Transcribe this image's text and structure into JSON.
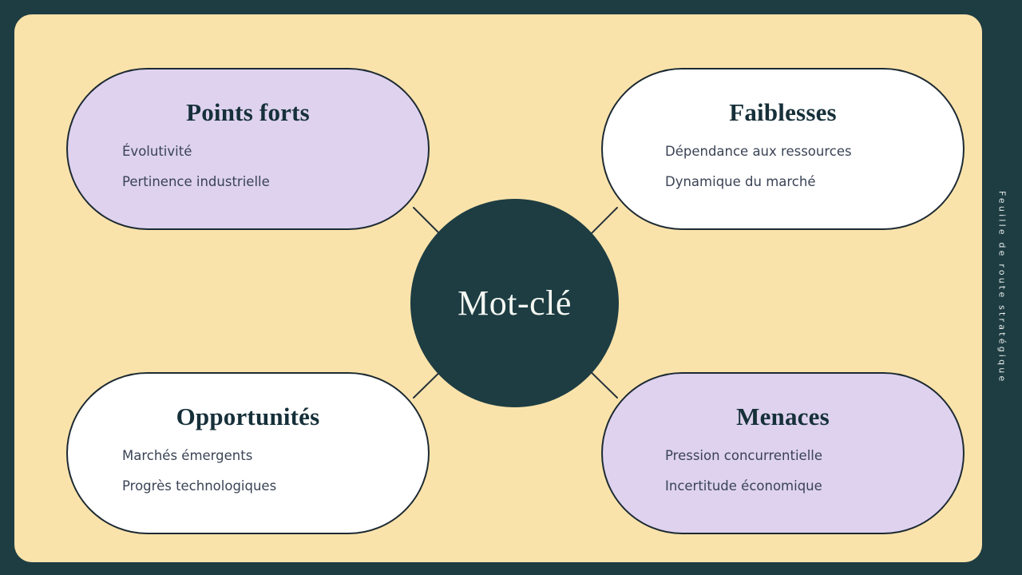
{
  "theme": {
    "outer_background": "#1e3d42",
    "panel_background": "#fae3ab",
    "accent_dark": "#1d3d42",
    "pill_light": "#ffffff",
    "pill_lavender": "#ded2ef",
    "outline": "#1d2a33",
    "title_color": "#16303a",
    "body_color": "#3a4355",
    "core_text_color": "#f4f7f2"
  },
  "core": {
    "label": "Mot-clé"
  },
  "side_caption": {
    "text": "Feuille de route stratégique"
  },
  "quadrants": [
    {
      "key": "strengths",
      "title": "Points forts",
      "items": [
        "Évolutivité",
        "Pertinence industrielle"
      ]
    },
    {
      "key": "weaknesses",
      "title": "Faiblesses",
      "items": [
        "Dépendance aux ressources",
        "Dynamique du marché"
      ]
    },
    {
      "key": "opportunities",
      "title": "Opportunités",
      "items": [
        "Marchés émergents",
        "Progrès technologiques"
      ]
    },
    {
      "key": "threats",
      "title": "Menaces",
      "items": [
        "Pression concurrentielle",
        "Incertitude économique"
      ]
    }
  ]
}
